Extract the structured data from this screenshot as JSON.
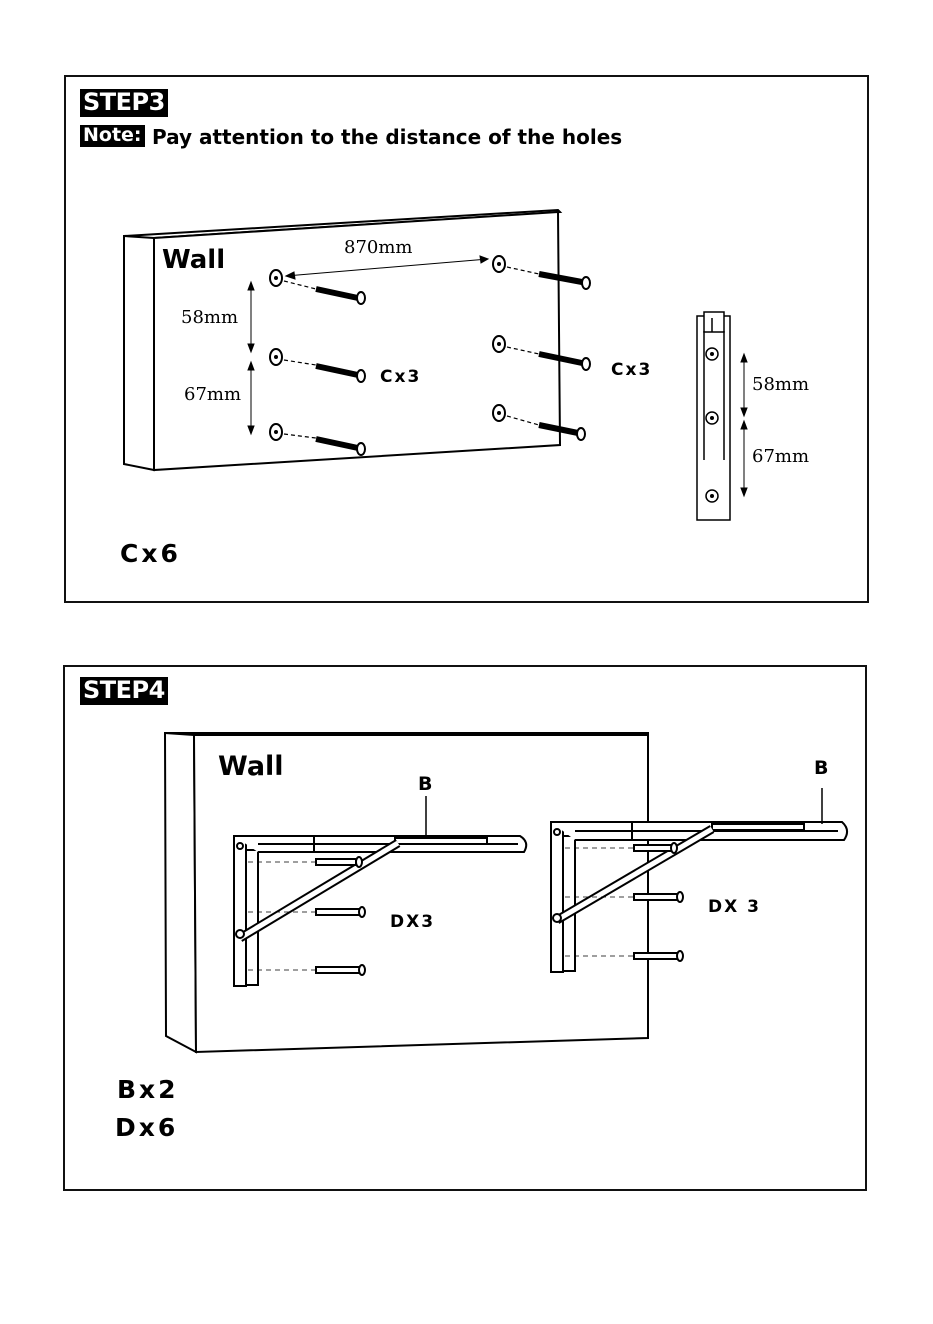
{
  "step3": {
    "title": "STEP3",
    "note_label": "Note:",
    "note_text": "Pay attention to the distance of the holes",
    "wall_label": "Wall",
    "dim_horizontal": "870mm",
    "dim_upper": "58mm",
    "dim_lower": "67mm",
    "anchor_left_count": "Cx3",
    "anchor_right_count": "Cx3",
    "bracket_dim_upper": "58mm",
    "bracket_dim_lower": "67mm",
    "parts_total": "Cx6"
  },
  "step4": {
    "title": "STEP4",
    "wall_label": "Wall",
    "bracket_left_label": "B",
    "bracket_right_label": "B",
    "screws_left_count": "DX3",
    "screws_right_count": "DX 3",
    "parts": [
      "Bx2",
      "Dx6"
    ]
  }
}
